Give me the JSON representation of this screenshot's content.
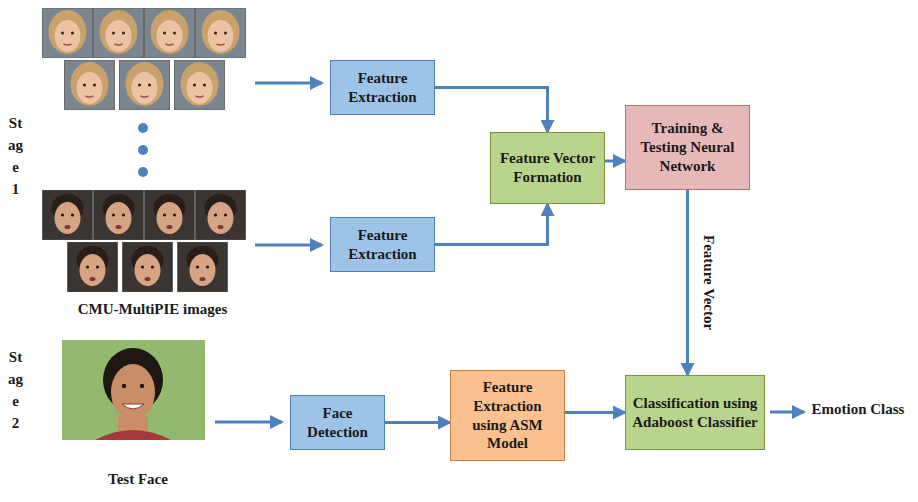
{
  "diagram": {
    "nodes": [
      {
        "text": [
          "Feature Extraction"
        ]
      },
      {
        "text": [
          "Feature Extraction"
        ]
      },
      {
        "text": [
          "Feature Vector Formation"
        ]
      },
      {
        "text": [
          "Training & Testing Neural Network"
        ]
      },
      {
        "text": [
          "Face Detection"
        ]
      },
      {
        "text": [
          "Feature Extraction using ASM Model"
        ]
      },
      {
        "text": [
          "Classification using Adaboost Classifier"
        ]
      }
    ],
    "edges": [
      {
        "from": 0,
        "to": 2,
        "arrow": "to"
      },
      {
        "from": 1,
        "to": 2,
        "arrow": "to"
      },
      {
        "from": 2,
        "to": 3,
        "arrow": "to"
      },
      {
        "from": 3,
        "to": 6,
        "label": "Feature Vector",
        "arrow": "to"
      },
      {
        "from": 4,
        "to": 5,
        "arrow": "to"
      },
      {
        "from": 5,
        "to": 6,
        "arrow": "to"
      }
    ],
    "labels": [
      "Stage 1",
      "CMU-MultiPIE images",
      "Stage 2",
      "Test Face",
      "Emotion Class"
    ]
  }
}
